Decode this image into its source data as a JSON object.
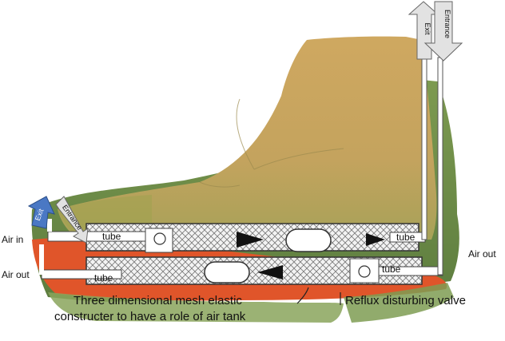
{
  "labels": {
    "air_in": "Air in",
    "air_out_left": "Air out",
    "air_out_right": "Air out",
    "tube_upper_left": "tube",
    "tube_upper_right": "tube",
    "tube_lower_right": "tube",
    "tube_lower_left": "tube",
    "mesh_line1": "Three dimensional mesh elastic",
    "mesh_line2": "constructer to have a role of air tank",
    "reflux_valve": "Reflux disturbing valve"
  },
  "arrows": {
    "top_exit": "Exit",
    "top_entrance": "Entrance",
    "left_exit": "Exit",
    "left_entrance": "Entrance"
  },
  "colors": {
    "upper_shoe": "#c9a55c",
    "sole_green": "#6f8f4a",
    "sole_red": "#e0552a",
    "exit_arrow_blue": "#4a78c4",
    "arrow_gray": "#e2e2e2"
  }
}
